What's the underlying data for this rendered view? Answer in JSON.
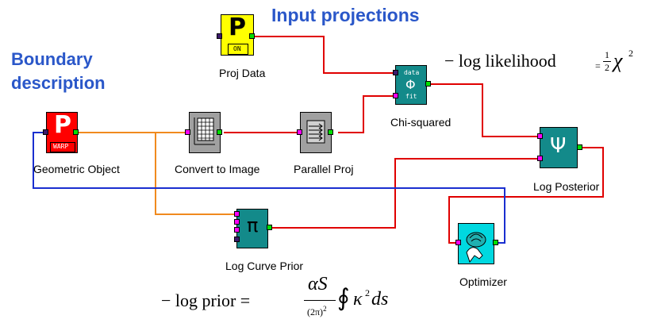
{
  "headings": {
    "input_projections": "Input projections",
    "boundary_line1": "Boundary",
    "boundary_line2": "description"
  },
  "nodes": {
    "proj_data": {
      "label": "Proj Data",
      "icon": "P",
      "badge": "ON"
    },
    "geometric_object": {
      "label": "Geometric Object",
      "icon": "P",
      "badge": "WARP"
    },
    "convert_to_image": {
      "label": "Convert to Image"
    },
    "parallel_proj": {
      "label": "Parallel Proj"
    },
    "chi_squared": {
      "label": "Chi-squared",
      "icon": "Φ",
      "port_top": "data",
      "port_bottom": "fit"
    },
    "log_posterior": {
      "label": "Log Posterior",
      "icon": "Ψ"
    },
    "log_curve_prior": {
      "label": "Log Curve Prior",
      "icon": "π"
    },
    "optimizer": {
      "label": "Optimizer"
    }
  },
  "equations": {
    "likelihood": {
      "lhs": "− log likelihood",
      "eq": "=",
      "num": "1",
      "den": "2",
      "chi": "χ",
      "sup": "2"
    },
    "prior": {
      "lhs": "− log prior =",
      "num": "αS",
      "den": "(2π)",
      "den_sup": "2",
      "integral": "∮",
      "kappa": "κ",
      "kappa_sup": "2",
      "ds": "ds"
    }
  },
  "colors": {
    "heading": "#2a57c9",
    "wire_red": "#e00000",
    "wire_orange": "#f08a1e",
    "wire_blue": "#1a2fd0",
    "teal": "#138a8a",
    "yellow": "#ffff00",
    "red_node": "#ff0000",
    "gray_node": "#a0a0a0"
  }
}
